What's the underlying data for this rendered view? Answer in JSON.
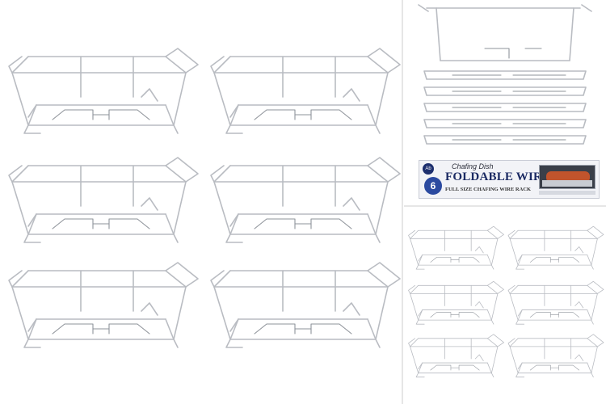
{
  "product": {
    "photos": {
      "main": "chafing-rack-grid",
      "package": "stacked-racks-with-box",
      "small": "chafing-rack-grid-small"
    },
    "package_label": {
      "subtitle": "Chafing Dish",
      "title": "FOLDABLE WIRE RACK",
      "description": "FULL SIZE CHAFING WIRE RACK",
      "count_badge": "6",
      "logo_text": "Ab"
    },
    "rack_count": 6
  },
  "colors": {
    "wire": "#b9bcc2",
    "wire_shadow": "#8e939a",
    "box_title": "#1b2a63",
    "badge": "#2b4aa0"
  }
}
